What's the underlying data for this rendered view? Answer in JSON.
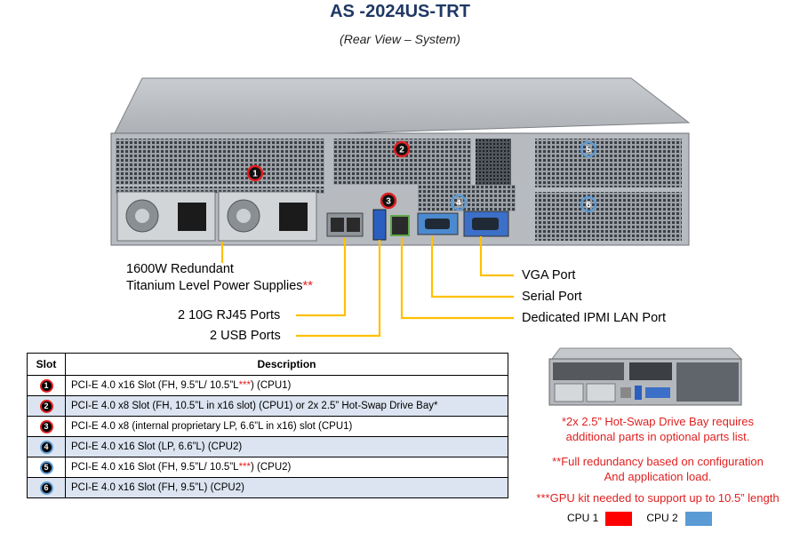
{
  "header": {
    "title": "AS -2024US-TRT",
    "subtitle": "(Rear View – System)"
  },
  "callouts": {
    "psu_line1": "1600W Redundant",
    "psu_line2": "Titanium  Level Power Supplies",
    "psu_marker": "**",
    "rj45": "2 10G RJ45 Ports",
    "usb": "2 USB Ports",
    "vga": "VGA Port",
    "serial": "Serial Port",
    "ipmi": "Dedicated IPMI  LAN Port"
  },
  "server_badges": [
    {
      "num": "1",
      "cpu": "CPU1"
    },
    {
      "num": "2",
      "cpu": "CPU1"
    },
    {
      "num": "3",
      "cpu": "CPU1"
    },
    {
      "num": "4",
      "cpu": "CPU2"
    },
    {
      "num": "5",
      "cpu": "CPU2"
    },
    {
      "num": "6",
      "cpu": "CPU2"
    }
  ],
  "table": {
    "col_slot": "Slot",
    "col_desc": "Description",
    "rows": [
      {
        "slot": "1",
        "cpu": "CPU1",
        "desc_a": "PCI-E 4.0 x16 Slot (FH, 9.5”L/ 10.5”L",
        "desc_mark": "***",
        "desc_b": ") (CPU1)"
      },
      {
        "slot": "2",
        "cpu": "CPU1",
        "desc_a": "PCI-E 4.0 x8 Slot (FH, 10.5”L in x16 slot) (CPU1)  or 2x 2.5” Hot-Swap Drive  Bay*",
        "desc_mark": "",
        "desc_b": ""
      },
      {
        "slot": "3",
        "cpu": "CPU1",
        "desc_a": "PCI-E 4.0 x8 (internal proprietary  LP, 6.6”L in x16) slot  (CPU1)",
        "desc_mark": "",
        "desc_b": ""
      },
      {
        "slot": "4",
        "cpu": "CPU2",
        "desc_a": "PCI-E 4.0 x16 Slot (LP, 6.6”L) (CPU2)",
        "desc_mark": "",
        "desc_b": ""
      },
      {
        "slot": "5",
        "cpu": "CPU2",
        "desc_a": "PCI-E 4.0 x16 Slot (FH, 9.5”L/ 10.5”L",
        "desc_mark": "***",
        "desc_b": ") (CPU2)"
      },
      {
        "slot": "6",
        "cpu": "CPU2",
        "desc_a": "PCI-E 4.0 x16 Slot (FH, 9.5”L) (CPU2)",
        "desc_mark": "",
        "desc_b": ""
      }
    ]
  },
  "notes": {
    "drive_bay_1": "*2x 2.5” Hot-Swap Drive Bay requires",
    "drive_bay_2": "additional parts in optional parts list.",
    "redundancy_1": "**Full redundancy based on configuration",
    "redundancy_2": "And application load.",
    "gpu": "***GPU kit needed to support up to 10.5” length"
  },
  "legend": {
    "cpu1_label": "CPU 1",
    "cpu1_color": "#ff0000",
    "cpu2_label": "CPU 2",
    "cpu2_color": "#5b9bd5"
  }
}
